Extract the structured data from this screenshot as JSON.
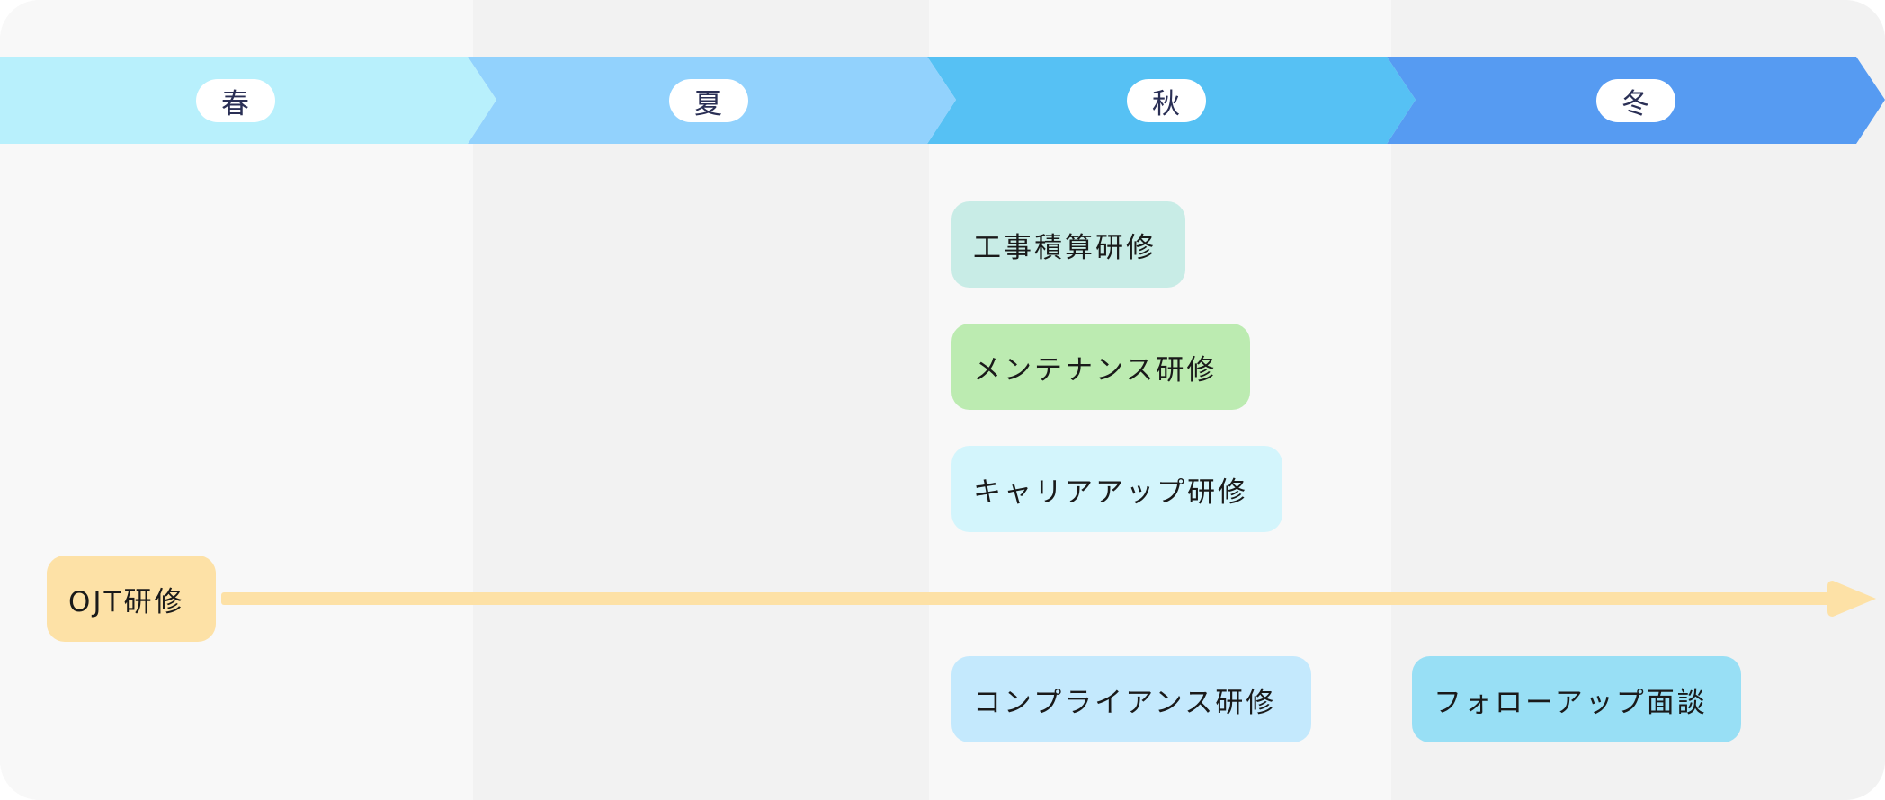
{
  "seasons": {
    "spring": "春",
    "summer": "夏",
    "autumn": "秋",
    "winter": "冬"
  },
  "trainings": {
    "ojt": "OJT研修",
    "estimation": "工事積算研修",
    "maintenance": "メンテナンス研修",
    "career_up": "キャリアアップ研修",
    "compliance": "コンプライアンス研修",
    "follow_up": "フォローアップ面談"
  },
  "colors": {
    "spring": "#b8f0fc",
    "summer": "#92d2fd",
    "autumn": "#56c1f4",
    "winter": "#569bf2",
    "ojt": "#fde1a6",
    "estimation": "#c8ece6",
    "maintenance": "#bcebb1",
    "career_up": "#d3f5fc",
    "compliance": "#c4e9fd",
    "follow_up": "#98dff5",
    "arrow": "#fde1a6"
  }
}
